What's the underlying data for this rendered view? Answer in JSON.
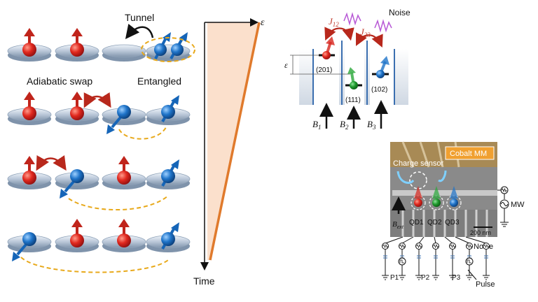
{
  "panel_a": {
    "tunnel_label": "Tunnel",
    "adiabatic_label": "Adiabatic swap",
    "entangled_label": "Entangled"
  },
  "ramp": {
    "epsilon_label": "ε",
    "time_label": "Time"
  },
  "panel_b": {
    "noise_label": "Noise",
    "j12": "J",
    "j12_sub": "12",
    "j23": "J",
    "j23_sub": "23",
    "epsilon_label": "ε",
    "states": [
      "(201)",
      "(111)",
      "(102)"
    ],
    "fields": [
      {
        "name": "B",
        "sub": "1"
      },
      {
        "name": "B",
        "sub": "2"
      },
      {
        "name": "B",
        "sub": "3"
      }
    ]
  },
  "panel_c": {
    "cobalt_label": "Cobalt MM",
    "charge_sensor_label": "Charge sensor",
    "bext": "B",
    "bext_sub": "ext",
    "dots": [
      "QD1",
      "QD2",
      "QD3"
    ],
    "scale_bar": "200 nm",
    "mw_label": "MW",
    "noise_label": "Noise",
    "pulse_label": "Pulse",
    "gates": [
      "P1",
      "P2",
      "P3"
    ]
  },
  "colors": {
    "red_spin": "#d7261e",
    "blue_spin": "#1a6fc4",
    "green_spin": "#1a9a2a",
    "ramp_fill": "#fbe0cc",
    "ramp_line": "#e07a2c",
    "ellipse": "#e8a91b",
    "cobalt_box": "#f0a030"
  }
}
